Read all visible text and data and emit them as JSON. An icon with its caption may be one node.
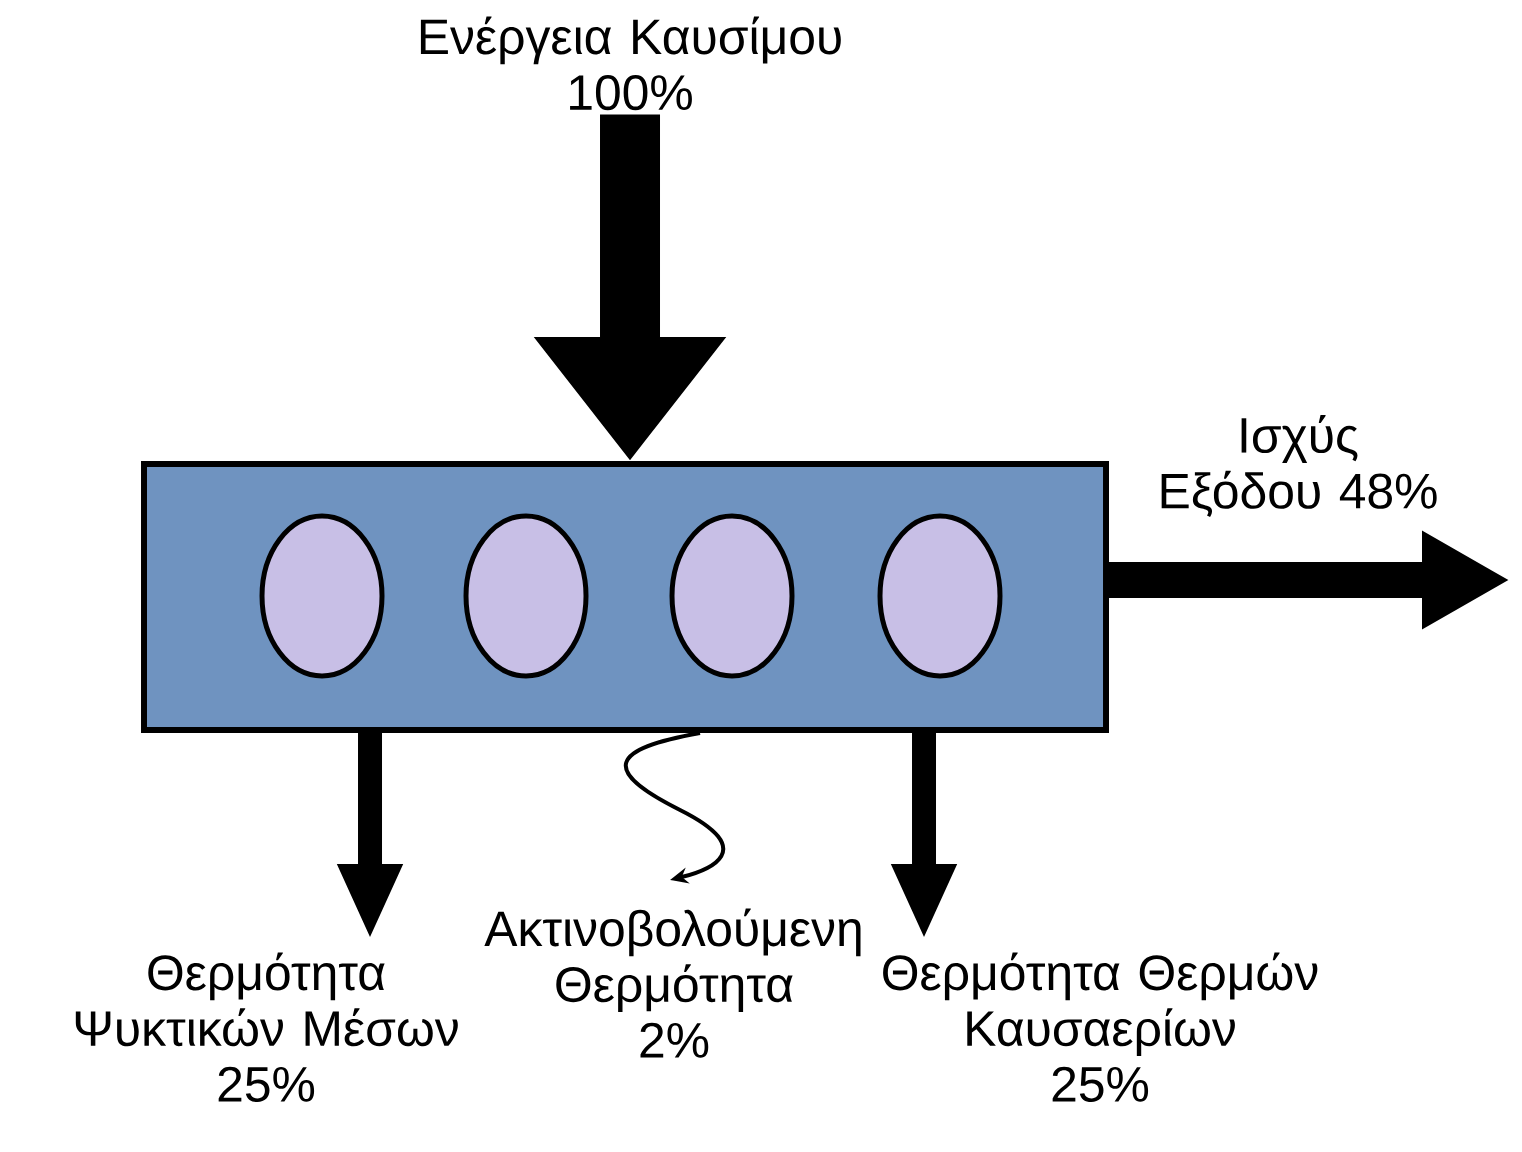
{
  "diagram": {
    "nodes": [
      {
        "text": [],
        "shape": "box"
      },
      {
        "text": [],
        "shape": "circle",
        "in": 0
      },
      {
        "text": [],
        "shape": "circle",
        "in": 0
      },
      {
        "text": [],
        "shape": "circle",
        "in": 0
      },
      {
        "text": [],
        "shape": "circle",
        "in": 0
      },
      {
        "text": [
          "Ενέργεια Καυσίμου",
          "100%"
        ]
      },
      {
        "text": [
          "Θερμότητα Ψυκτικών Μέσων",
          "25%"
        ]
      },
      {
        "text": [
          "Ακτινοβολούμενη Θερμότητα",
          "2%"
        ]
      },
      {
        "text": [
          "Θερμότητα Θερμών Καυσαερίων",
          "25%"
        ]
      }
    ],
    "edges": [
      {
        "from": 5,
        "to": 0,
        "arrow": "to",
        "style": "thick"
      },
      {
        "from": 0,
        "to": null,
        "arrow": "to",
        "label": "Ισχύς Εξόδου 48%"
      },
      {
        "from": 0,
        "to": 6,
        "arrow": "to"
      },
      {
        "from": 0,
        "to": 7,
        "arrow": "to"
      },
      {
        "from": 0,
        "to": 8,
        "arrow": "to"
      }
    ]
  }
}
